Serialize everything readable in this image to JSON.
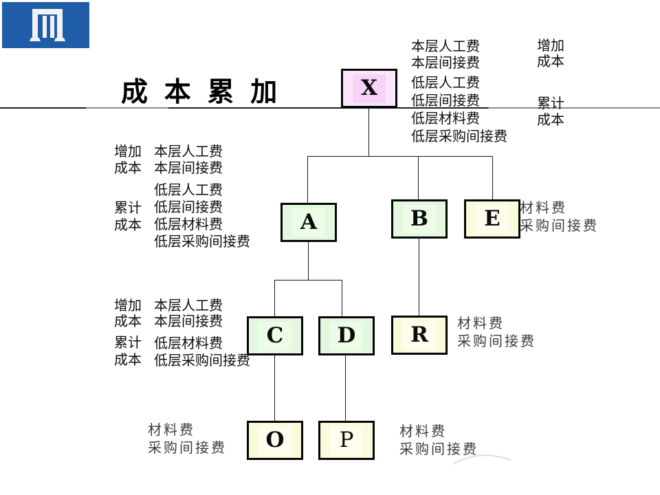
{
  "title": "成 本 累 加",
  "logo": {
    "icon": "gate-pillars-icon"
  },
  "nodes": {
    "x": "X",
    "a": "A",
    "b": "B",
    "e": "E",
    "c": "C",
    "d": "D",
    "r": "R",
    "o": "O",
    "p": "P"
  },
  "diagram": {
    "type": "tree",
    "edges": [
      [
        "X",
        "A"
      ],
      [
        "X",
        "B"
      ],
      [
        "X",
        "E"
      ],
      [
        "A",
        "C"
      ],
      [
        "A",
        "D"
      ],
      [
        "B",
        "R"
      ],
      [
        "C",
        "O"
      ],
      [
        "D",
        "P"
      ]
    ]
  },
  "blocks": {
    "x_right": {
      "group1": [
        "本层人工费",
        "本层间接费"
      ],
      "group2": [
        "低层人工费",
        "低层间接费",
        "低层材料费",
        "低层采购间接费"
      ],
      "side_top": [
        "增加",
        "成本"
      ],
      "side_bottom": [
        "累计",
        "成本"
      ]
    },
    "a_left": {
      "group1": [
        "本层人工费",
        "本层间接费"
      ],
      "group2": [
        "低层人工费",
        "低层间接费",
        "低层材料费",
        "低层采购间接费"
      ],
      "side_top": [
        "增加",
        "成本"
      ],
      "side_bottom": [
        "累计",
        "成本"
      ]
    },
    "c_left": {
      "group1": [
        "本层人工费",
        "本层间接费"
      ],
      "group2": [
        "低层材料费",
        "低层采购间接费"
      ],
      "side_top": [
        "增加",
        "成本"
      ],
      "side_bottom": [
        "累计",
        "成本"
      ]
    }
  },
  "material_labels": {
    "e": [
      "材料费",
      "采购间接费"
    ],
    "r": [
      "材料费",
      "采购间接费"
    ],
    "o": [
      "材料费",
      "采购间接费"
    ],
    "p": [
      "材料费",
      "采购间接费"
    ]
  },
  "colors": {
    "logo-blue": "#1F5DA9",
    "pink-fill": "#FBE6FB",
    "pink-inner": "#F7D3F7",
    "green-fill": "#E4F7DF",
    "green-inner": "#EDFCE7",
    "yellow-fill": "#FBFADA",
    "yellow-inner": "#FEFDEE"
  }
}
